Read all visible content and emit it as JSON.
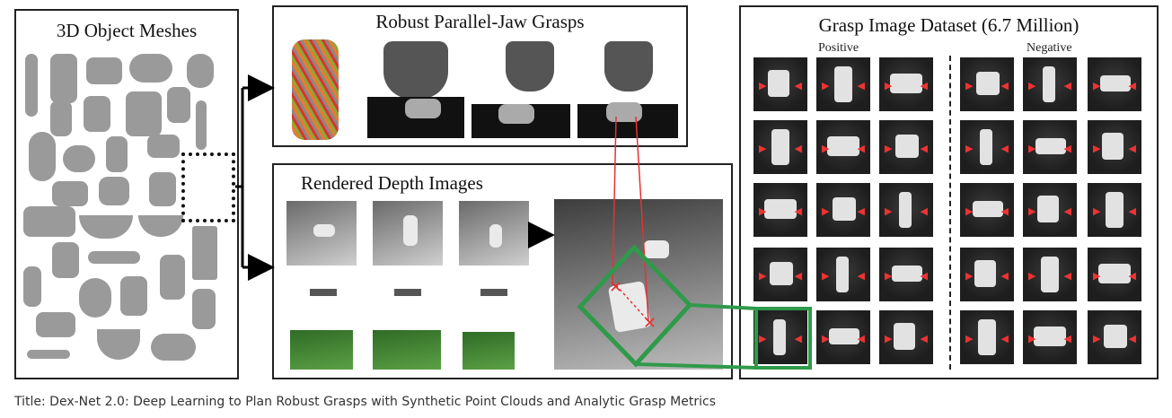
{
  "panels": {
    "meshes_title": "3D Object Meshes",
    "grasps_title": "Robust Parallel-Jaw Grasps",
    "depth_title": "Rendered Depth Images",
    "dataset_title": "Grasp Image Dataset (6.7 Million)",
    "positive_label": "Positive",
    "negative_label": "Negative"
  },
  "caption": "Title: Dex-Net 2.0: Deep Learning to Plan Robust Grasps with Synthetic Point Clouds and Analytic Grasp Metrics",
  "colors": {
    "grasp_marker": "#e33333",
    "highlight_green": "#2f9a4a",
    "arrow": "#000000"
  },
  "icons": [
    "object-mesh-icon",
    "gripper-icon",
    "depth-image-icon",
    "grasp-tile-icon"
  ]
}
